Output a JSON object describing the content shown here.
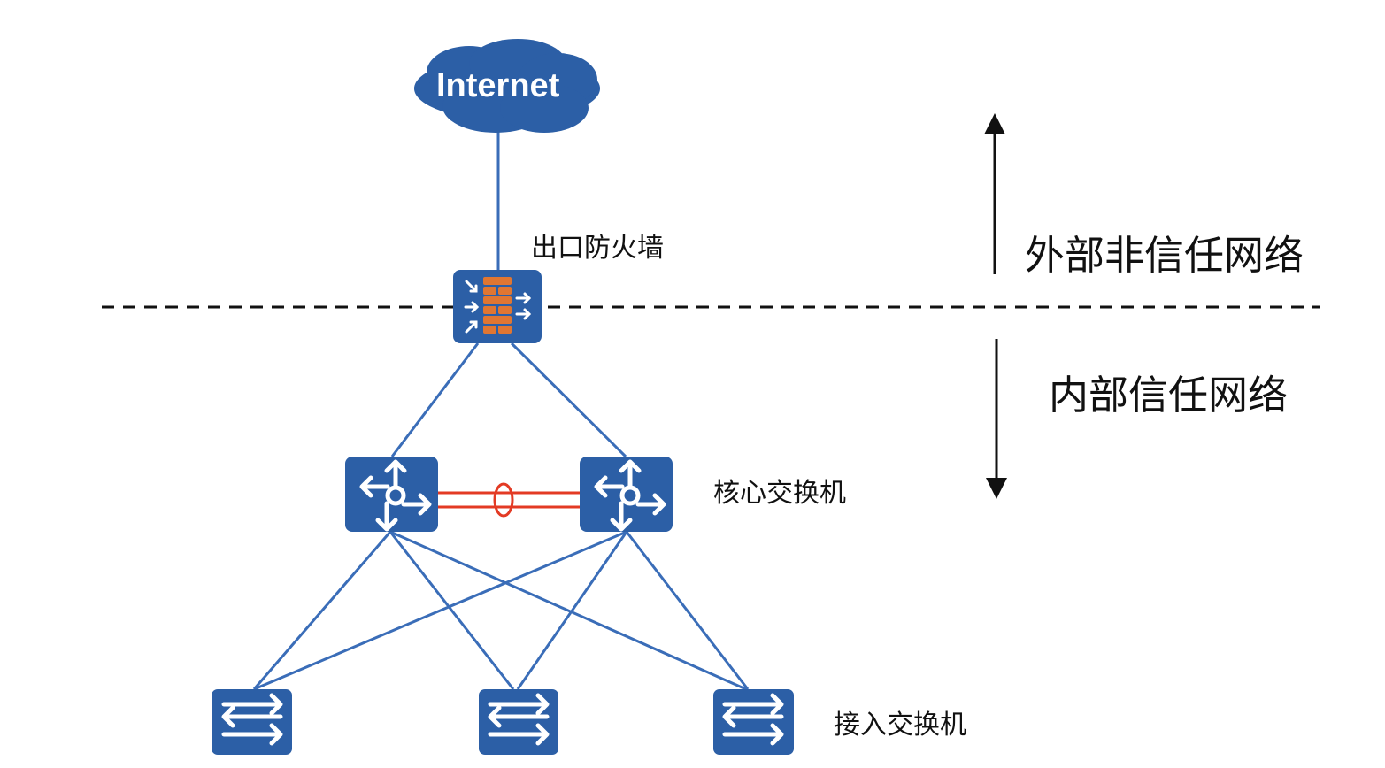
{
  "internet": {
    "label": "Internet"
  },
  "firewall": {
    "label": "出口防火墙"
  },
  "core": {
    "label": "核心交换机"
  },
  "access": {
    "label": "接入交换机"
  },
  "zones": {
    "untrusted": "外部非信任网络",
    "trusted": "内部信任网络"
  },
  "colors": {
    "device": "#2C5FA6",
    "link": "#3A6DB8",
    "stack_link": "#E33A24",
    "firewall_brick": "#E07632"
  }
}
